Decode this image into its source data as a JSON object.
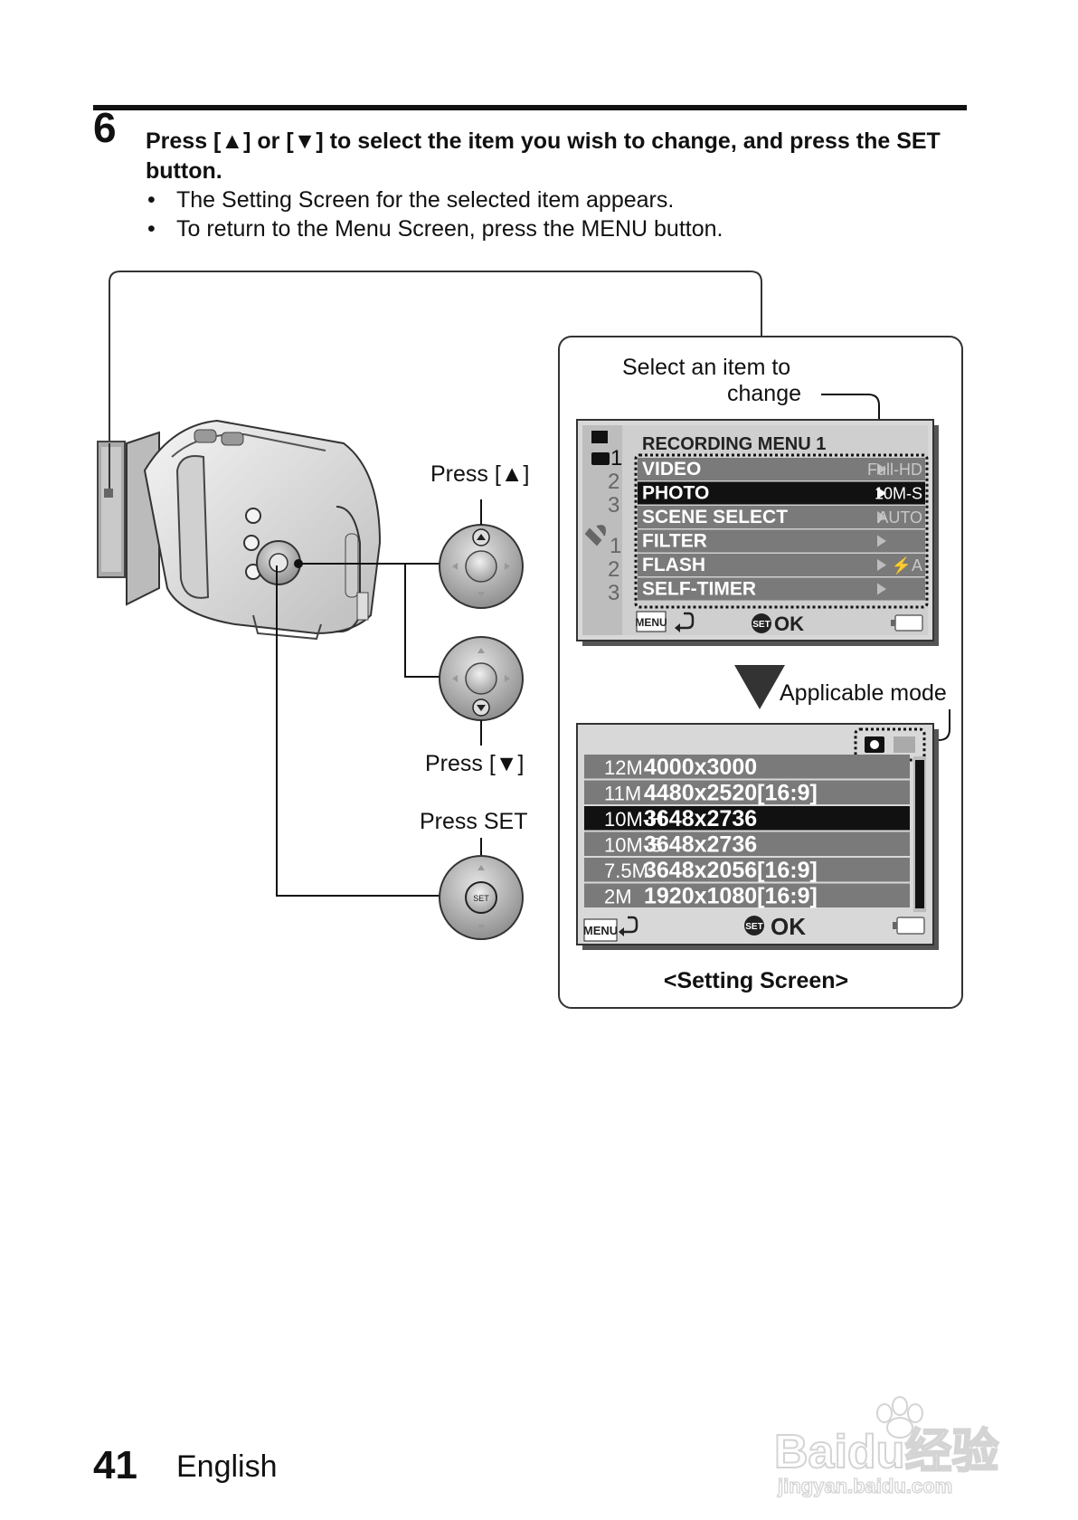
{
  "step": {
    "number": "6",
    "instruction": "Press [▲] or [▼] to select the item you wish to change, and press the SET button.",
    "bullets": [
      "The Setting Screen for the selected item appears.",
      "To return to the Menu Screen, press the MENU button."
    ]
  },
  "diagram": {
    "press_up_label": "Press [▲]",
    "press_down_label": "Press [▼]",
    "press_set_label": "Press SET",
    "set_key_label": "SET",
    "callout_select_line1": "Select an item to",
    "callout_select_line2": "change",
    "callout_mode": "Applicable mode",
    "setting_screen_caption": "<Setting Screen>"
  },
  "menu_screen": {
    "title": "RECORDING MENU 1",
    "tabs": [
      "1",
      "2",
      "3",
      "1",
      "2",
      "3"
    ],
    "items": [
      {
        "label": "VIDEO",
        "value": "Full-HD",
        "selected": false
      },
      {
        "label": "PHOTO",
        "value": "10M-S",
        "selected": true
      },
      {
        "label": "SCENE SELECT",
        "value": "AUTO",
        "selected": false
      },
      {
        "label": "FILTER",
        "value": "",
        "selected": false
      },
      {
        "label": "FLASH",
        "value": "⚡A",
        "selected": false
      },
      {
        "label": "SELF-TIMER",
        "value": "",
        "selected": false
      }
    ],
    "menu_key": "MENU",
    "set_key": "SET",
    "ok_label": "OK"
  },
  "setting_screen": {
    "options": [
      {
        "size": "12M",
        "resolution": "4000x3000",
        "selected": false
      },
      {
        "size": "11M",
        "resolution": "4480x2520[16:9]",
        "selected": false
      },
      {
        "size": "10M-H",
        "resolution": "3648x2736",
        "selected": true
      },
      {
        "size": "10M-S",
        "resolution": "3648x2736",
        "selected": false
      },
      {
        "size": "7.5M",
        "resolution": "3648x2056[16:9]",
        "selected": false
      },
      {
        "size": "2M",
        "resolution": "1920x1080[16:9]",
        "selected": false
      }
    ],
    "menu_key": "MENU",
    "set_key": "SET",
    "ok_label": "OK"
  },
  "footer": {
    "page_number": "41",
    "language": "English"
  },
  "watermark": {
    "brand": "Baidu经验",
    "url": "jingyan.baidu.com"
  }
}
